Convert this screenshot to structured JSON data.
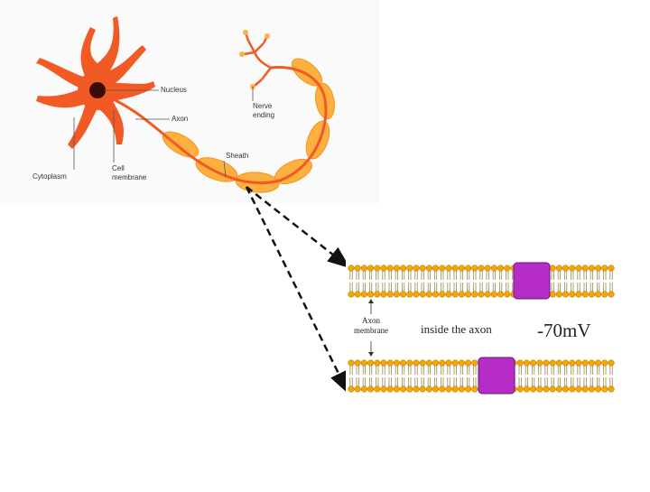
{
  "neuron": {
    "labels": {
      "nucleus": "Nucleus",
      "axon": "Axon",
      "cytoplasm": "Cytoplasm",
      "cell_membrane_1": "Cell",
      "cell_membrane_2": "membrane",
      "sheath": "Sheath",
      "nerve_ending_1": "Nerve",
      "nerve_ending_2": "ending"
    }
  },
  "membrane": {
    "axon_membrane_1": "Axon",
    "axon_membrane_2": "membrane",
    "inside_text": "inside the axon",
    "voltage": "-70mV"
  },
  "colors": {
    "neuron": "#f15a24",
    "sheath": "#fbb040",
    "lipid_head": "#f7a600",
    "channel": "#b52dc6"
  }
}
